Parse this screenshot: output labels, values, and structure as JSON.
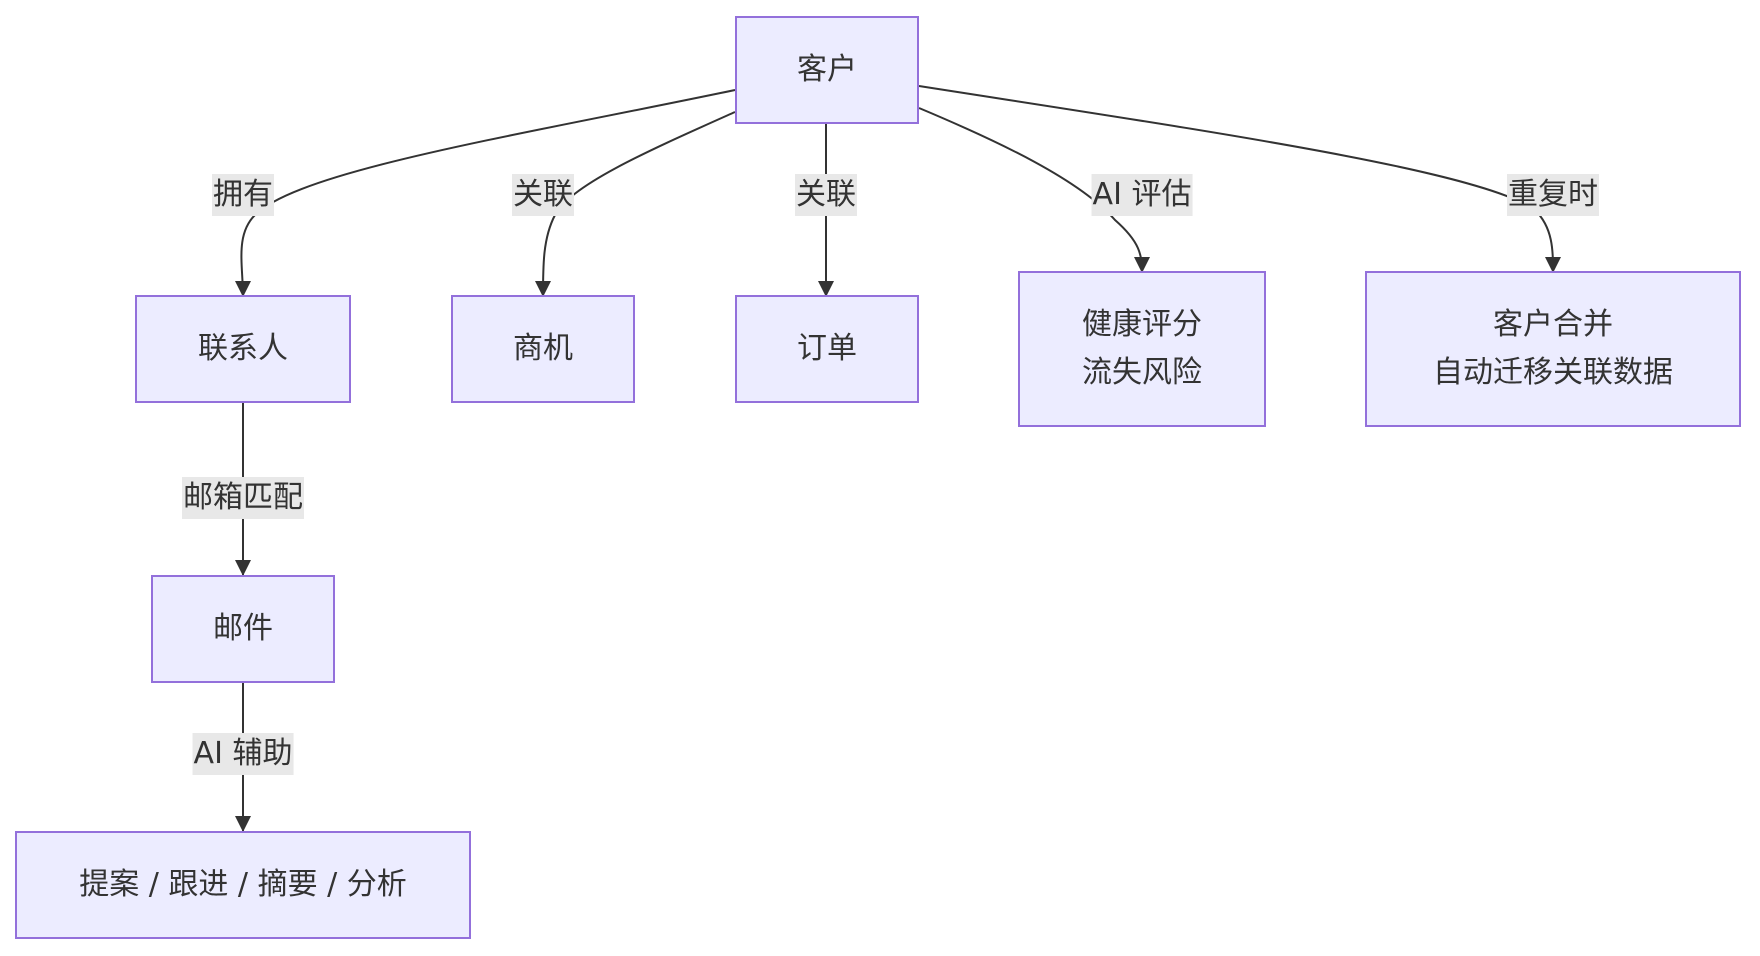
{
  "colors": {
    "node_fill": "#ECECFF",
    "node_border": "#9370DB",
    "edge": "#333333",
    "label_bg": "#e8e8e8",
    "text": "#333333"
  },
  "nodes": {
    "customer": {
      "lines": [
        "客户"
      ]
    },
    "contact": {
      "lines": [
        "联系人"
      ]
    },
    "opportunity": {
      "lines": [
        "商机"
      ]
    },
    "order": {
      "lines": [
        "订单"
      ]
    },
    "health": {
      "lines": [
        "健康评分",
        "流失风险"
      ]
    },
    "merge": {
      "lines": [
        "客户合并",
        "自动迁移关联数据"
      ]
    },
    "email": {
      "lines": [
        "邮件"
      ]
    },
    "ai_actions": {
      "lines": [
        "提案 / 跟进 / 摘要 / 分析"
      ]
    }
  },
  "edges": [
    {
      "from": "customer",
      "to": "contact",
      "label": "拥有"
    },
    {
      "from": "customer",
      "to": "opportunity",
      "label": "关联"
    },
    {
      "from": "customer",
      "to": "order",
      "label": "关联"
    },
    {
      "from": "customer",
      "to": "health",
      "label": "AI 评估"
    },
    {
      "from": "customer",
      "to": "merge",
      "label": "重复时"
    },
    {
      "from": "contact",
      "to": "email",
      "label": "邮箱匹配"
    },
    {
      "from": "email",
      "to": "ai_actions",
      "label": "AI 辅助"
    }
  ]
}
